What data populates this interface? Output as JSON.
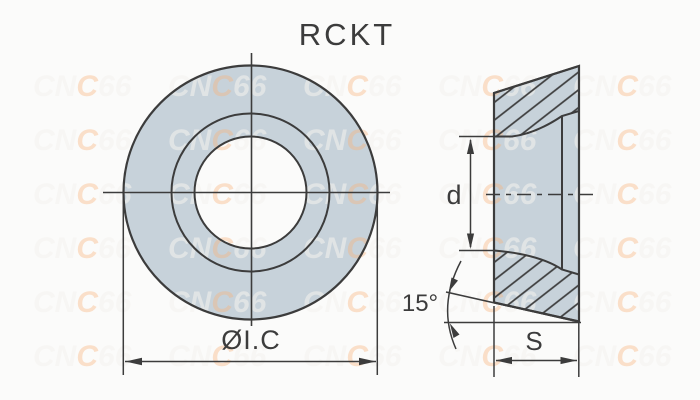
{
  "title": "RCKT",
  "front_view": {
    "description": "round insert face with concentric circles",
    "diameter_label": "ØI.C"
  },
  "side_view": {
    "description": "sectioned side profile of round insert",
    "hole_diameter_label": "d",
    "clearance_angle_label": "15°",
    "thickness_label": "S"
  },
  "watermark": {
    "text": "CNC66",
    "prefix": "CN",
    "accent": "C",
    "suffix": "66"
  },
  "colors": {
    "background": "#fbfbfa",
    "insert_fill": "#c7d2da",
    "line": "#3c3c3c",
    "watermark_gray": "rgba(244,242,238,0.55)",
    "watermark_accent": "rgba(250,178,120,0.38)"
  }
}
